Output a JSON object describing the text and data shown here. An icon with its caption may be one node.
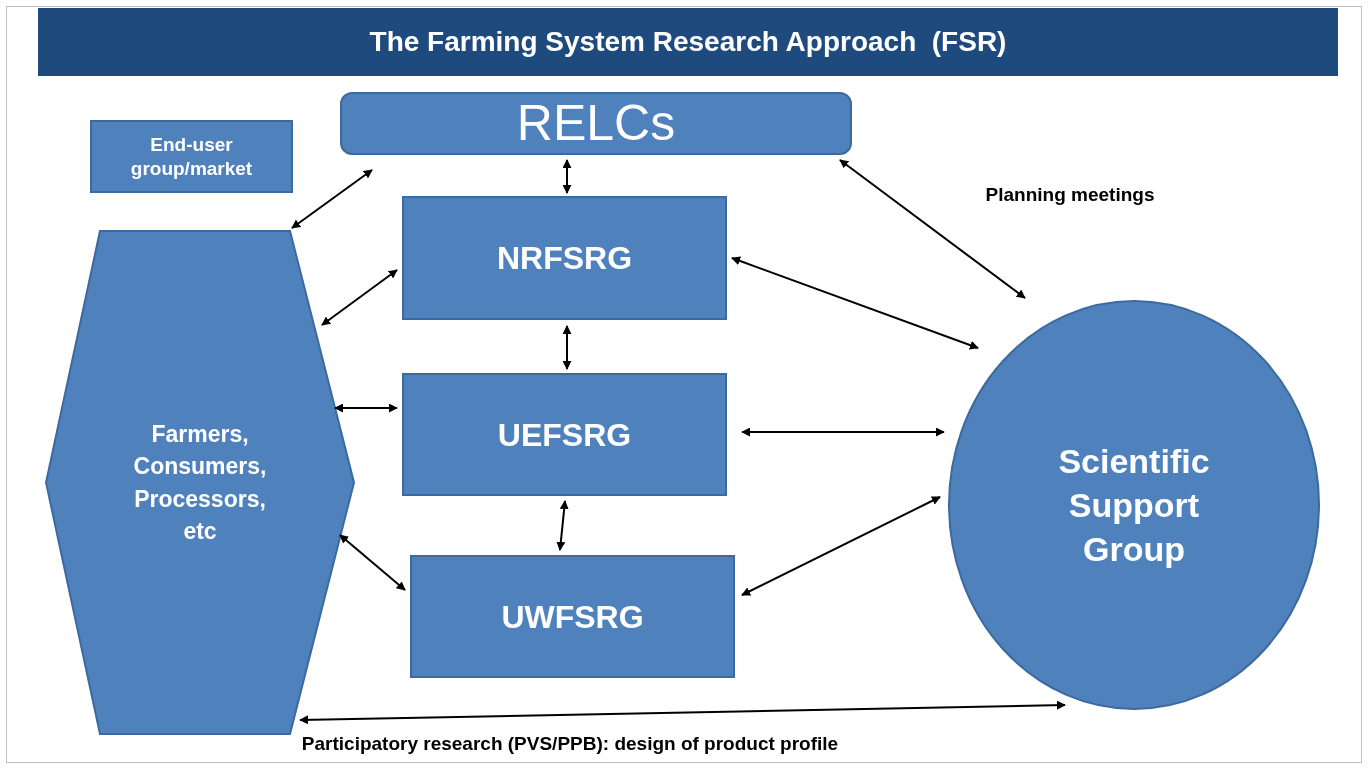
{
  "diagram": {
    "title": "The Farming System Research Approach  (FSR)",
    "nodes": [
      {
        "text": [
          "RELCs"
        ]
      },
      {
        "text": [
          "End-user group/market"
        ]
      },
      {
        "text": [
          "NRFSRG"
        ]
      },
      {
        "text": [
          "UEFSRG"
        ]
      },
      {
        "text": [
          "UWFSRG"
        ]
      },
      {
        "text": [
          "Farmers, Consumers, Processors, etc"
        ]
      },
      {
        "text": [
          "Scientific Support Group"
        ]
      }
    ],
    "edges": [
      {
        "from": 0,
        "to": 2,
        "arrow": "both"
      },
      {
        "from": 0,
        "to": 5,
        "arrow": "both"
      },
      {
        "from": 0,
        "to": 6,
        "arrow": "both",
        "label": "Planning meetings"
      },
      {
        "from": 2,
        "to": 5,
        "arrow": "both"
      },
      {
        "from": 2,
        "to": 6,
        "arrow": "both"
      },
      {
        "from": 2,
        "to": 3,
        "arrow": "both"
      },
      {
        "from": 3,
        "to": 5,
        "arrow": "both"
      },
      {
        "from": 3,
        "to": 6,
        "arrow": "both"
      },
      {
        "from": 3,
        "to": 4,
        "arrow": "both"
      },
      {
        "from": 4,
        "to": 5,
        "arrow": "both"
      },
      {
        "from": 4,
        "to": 6,
        "arrow": "both"
      },
      {
        "from": 5,
        "to": 6,
        "arrow": "both",
        "label": "Participatory research (PVS/PPB): design of product profile"
      }
    ]
  }
}
